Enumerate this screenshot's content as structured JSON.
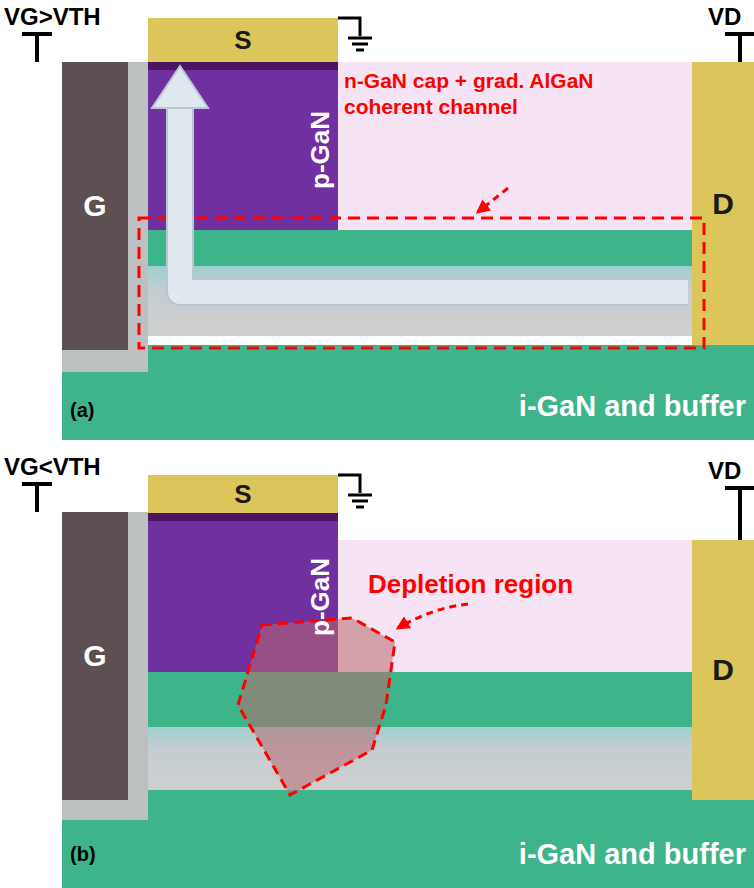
{
  "diagram": {
    "nodes": [
      {
        "text": [
          "S"
        ]
      },
      {
        "text": [
          "G"
        ]
      },
      {
        "text": [
          "p-GaN"
        ]
      },
      {
        "text": [
          "D"
        ]
      },
      {
        "text": [
          "i-GaN and buffer"
        ]
      },
      {
        "text": [
          "S"
        ]
      },
      {
        "text": [
          "G"
        ]
      },
      {
        "text": [
          "p-GaN"
        ]
      },
      {
        "text": [
          "D"
        ]
      },
      {
        "text": [
          "i-GaN and buffer"
        ]
      }
    ],
    "edges": [
      {
        "from": 3,
        "to": 0,
        "arrow": "to"
      }
    ],
    "labels": [
      "VG>VTH",
      "VD",
      "n-GaN cap + grad. AlGaN coherent channel",
      "(a)",
      "VG<VTH",
      "VD",
      "Depletion region",
      "(b)"
    ]
  }
}
